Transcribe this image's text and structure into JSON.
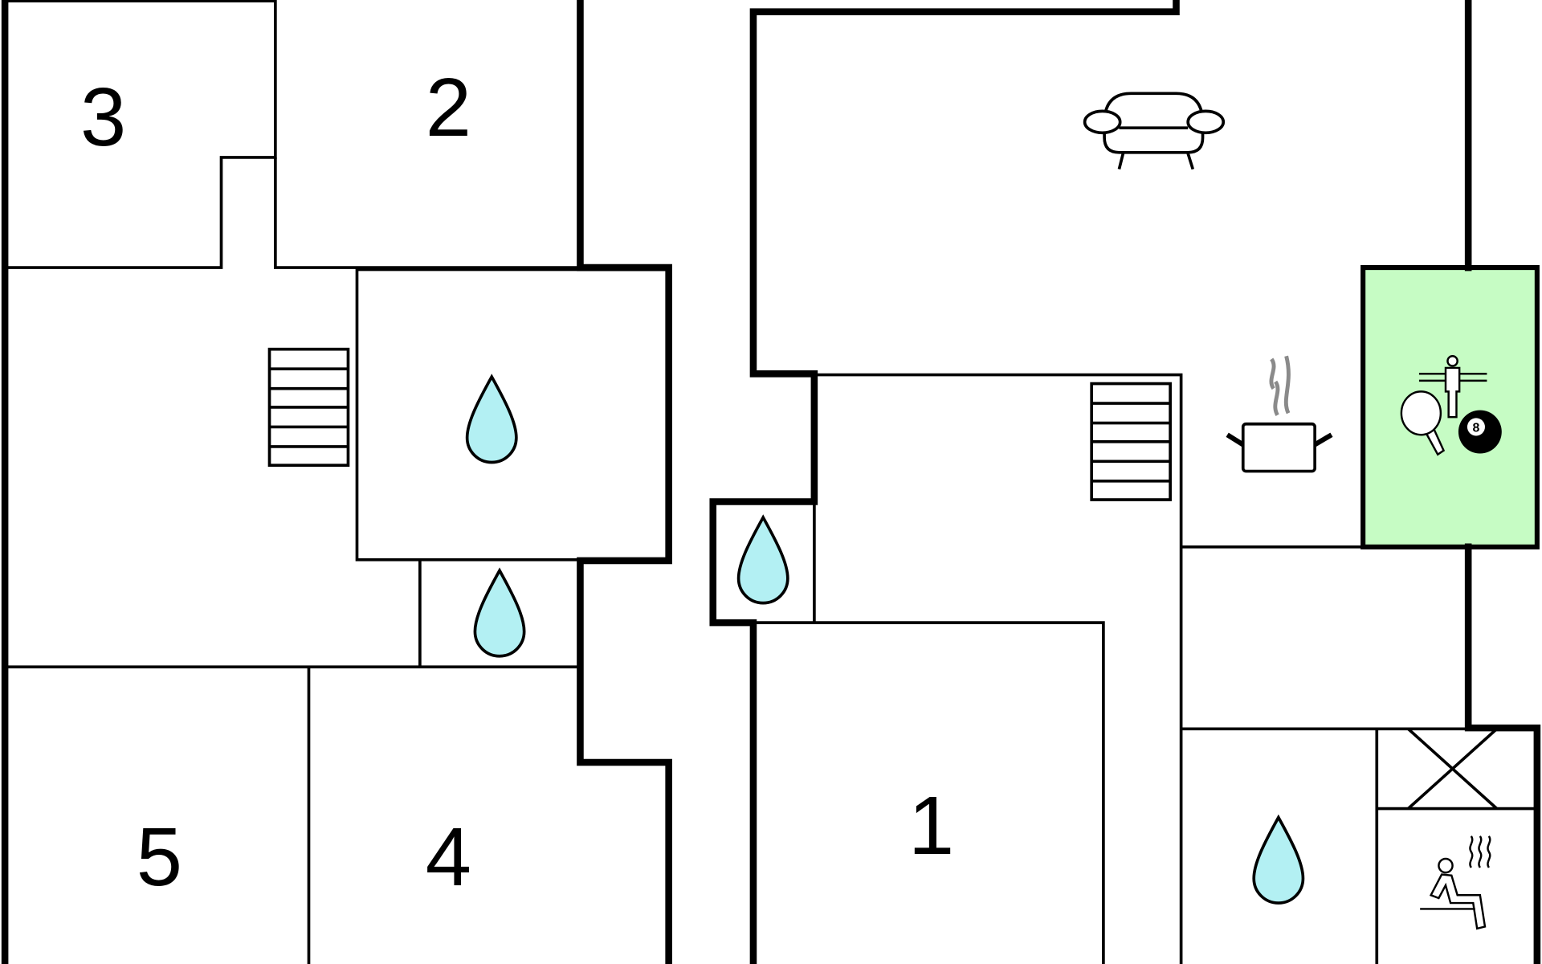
{
  "plan": {
    "rooms": [
      {
        "id": "bedroom-1",
        "label": "1"
      },
      {
        "id": "bedroom-2",
        "label": "2"
      },
      {
        "id": "bedroom-3",
        "label": "3"
      },
      {
        "id": "bedroom-4",
        "label": "4"
      },
      {
        "id": "bedroom-5",
        "label": "5"
      }
    ],
    "billiard_ball_label": "8",
    "icons": [
      "water-drop-icon",
      "stairs-icon",
      "sofa-icon",
      "cooking-pot-icon",
      "table-football-icon",
      "table-tennis-icon",
      "billiard-ball-icon",
      "sauna-icon",
      "void-cross-icon"
    ],
    "colors": {
      "wall": "#000000",
      "bathroom_drop": "#b3f0f3",
      "game_room": "#c6fcc4",
      "steam": "#8a8a8a"
    }
  }
}
